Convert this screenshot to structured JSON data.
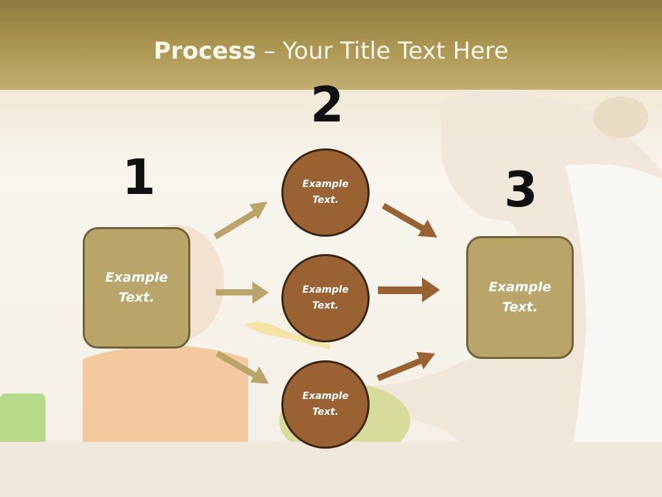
{
  "slide": {
    "title_bold": "Process",
    "title_rest": " – Your Title Text Here"
  },
  "steps": {
    "one": {
      "number": "1",
      "text_line1": "Example",
      "text_line2": "Text."
    },
    "two": {
      "number": "2"
    },
    "three": {
      "number": "3",
      "text_line1": "Example",
      "text_line2": "Text."
    }
  },
  "circles": [
    {
      "text_line1": "Example",
      "text_line2": "Text."
    },
    {
      "text_line1": "Example",
      "text_line2": "Text."
    },
    {
      "text_line1": "Example",
      "text_line2": "Text."
    }
  ],
  "colors": {
    "title_band": "#a8924e",
    "box_fill": "#b9a56a",
    "circle_fill": "#9a6233",
    "arrow_left": "#b9a56a",
    "arrow_right": "#9a6233"
  }
}
